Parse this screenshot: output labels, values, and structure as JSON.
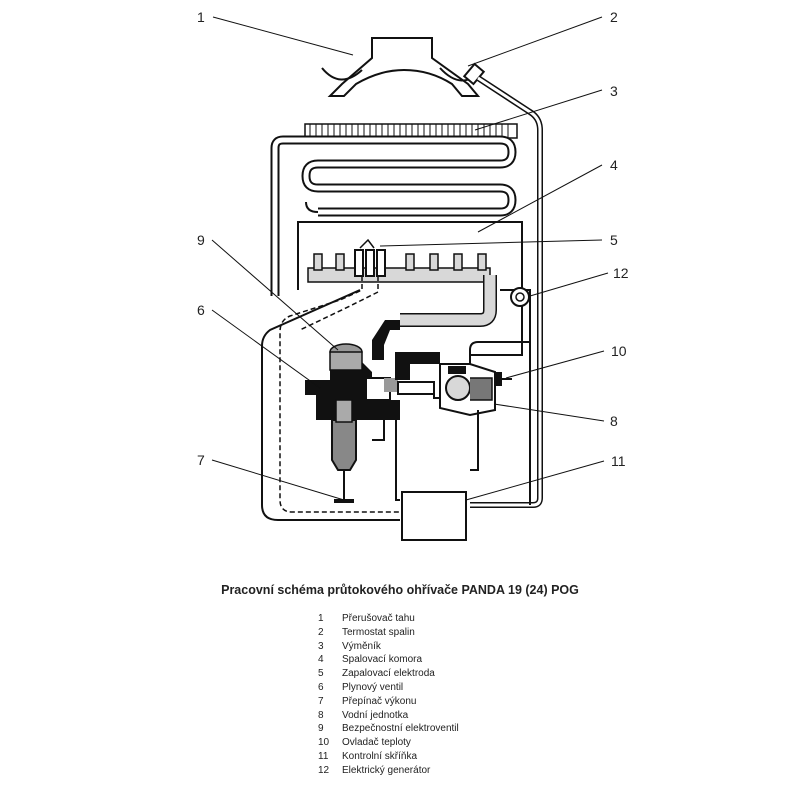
{
  "diagram": {
    "callouts": [
      "1",
      "2",
      "3",
      "4",
      "5",
      "12",
      "9",
      "6",
      "10",
      "8",
      "7",
      "11"
    ]
  },
  "caption": "Pracovní schéma průtokového ohřívače PANDA 19 (24) POG",
  "legend": [
    {
      "num": "1",
      "label": "Přerušovač tahu"
    },
    {
      "num": "2",
      "label": "Termostat spalin"
    },
    {
      "num": "3",
      "label": "Výměník"
    },
    {
      "num": "4",
      "label": "Spalovací komora"
    },
    {
      "num": "5",
      "label": "Zapalovací elektroda"
    },
    {
      "num": "6",
      "label": "Plynový ventil"
    },
    {
      "num": "7",
      "label": "Přepínač výkonu"
    },
    {
      "num": "8",
      "label": "Vodní jednotka"
    },
    {
      "num": "9",
      "label": "Bezpečnostní elektroventil"
    },
    {
      "num": "10",
      "label": "Ovladač teploty"
    },
    {
      "num": "11",
      "label": "Kontrolní skříňka"
    },
    {
      "num": "12",
      "label": "Elektrický generátor"
    }
  ]
}
